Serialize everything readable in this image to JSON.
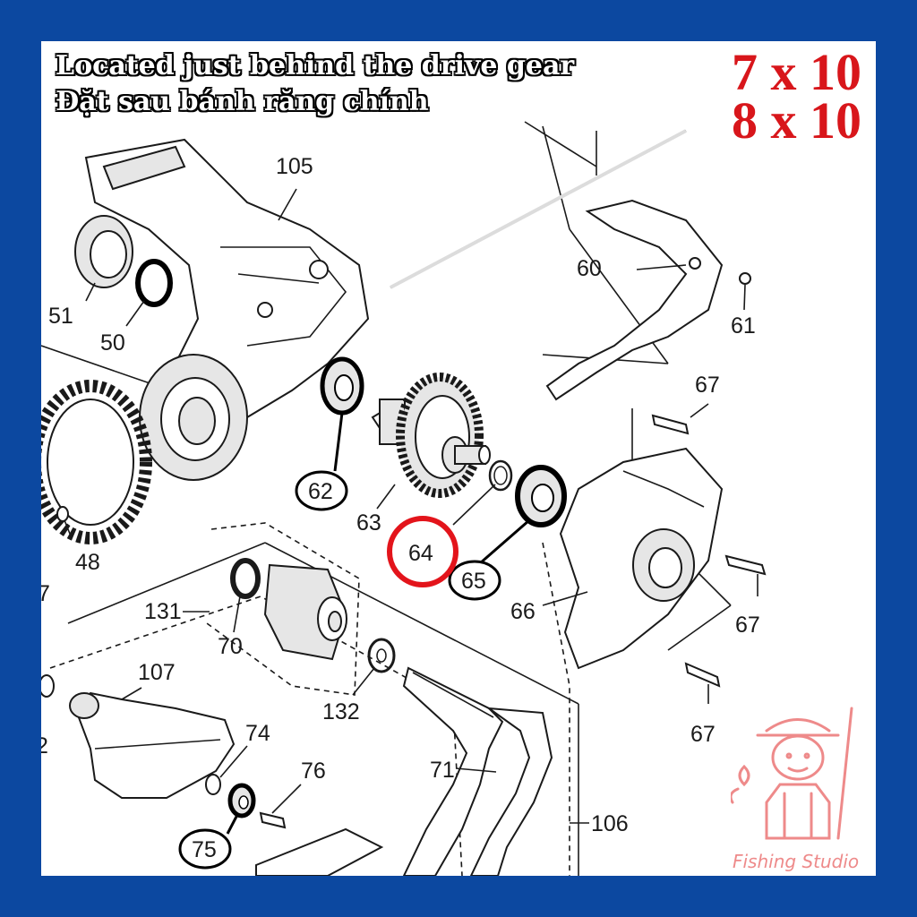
{
  "caption": {
    "line1": "Located just behind the drive gear",
    "line2": "Đặt sau bánh răng chính"
  },
  "size": {
    "line1": "7 x 10",
    "line2": "8 x 10"
  },
  "parts": {
    "p105": "105",
    "p51": "51",
    "p50": "50",
    "p60": "60",
    "p61": "61",
    "p62": "62",
    "p63": "63",
    "p64": "64",
    "p65": "65",
    "p66": "66",
    "p67a": "67",
    "p67b": "67",
    "p67c": "67",
    "p48": "48",
    "p7": "7",
    "p131": "131",
    "p70": "70",
    "p132": "132",
    "p107": "107",
    "p74": "74",
    "p76": "76",
    "p75": "75",
    "p71": "71",
    "p106": "106",
    "p2": "2"
  },
  "highlight_color": "#e3141b",
  "watermark": {
    "text": "Fishing Studio",
    "icon": "fisherman-logo-icon"
  }
}
